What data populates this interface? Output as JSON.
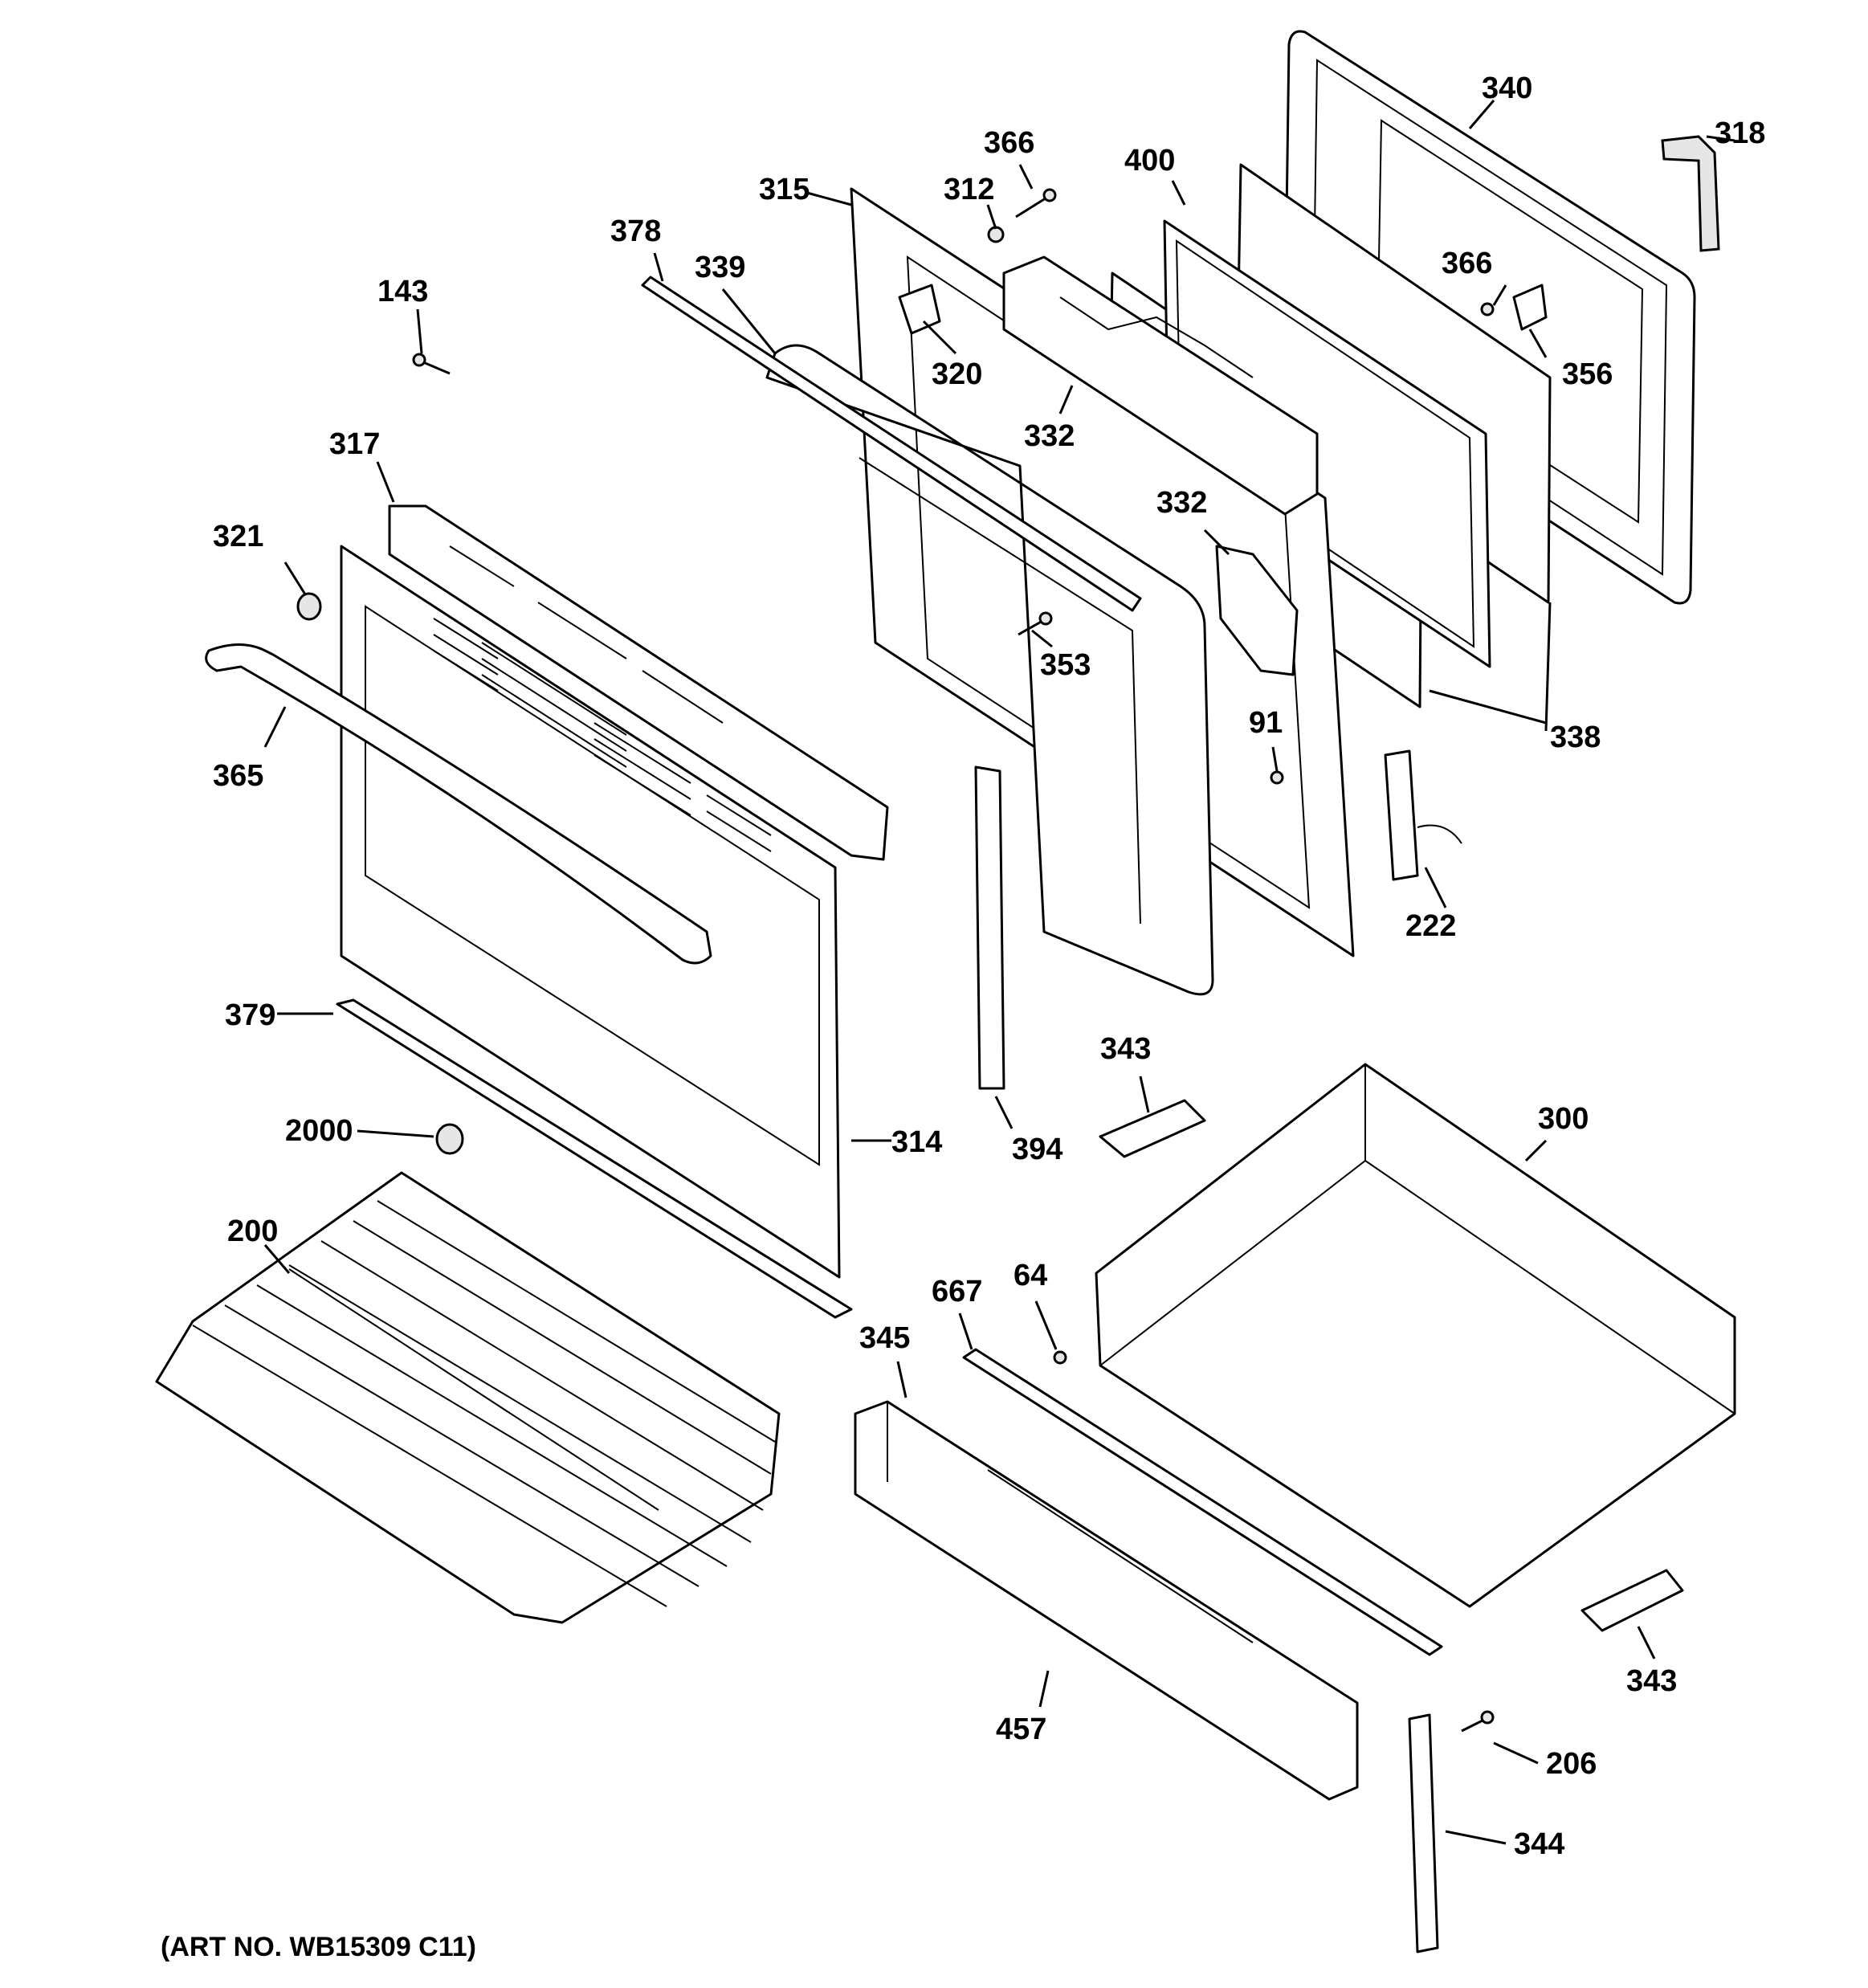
{
  "diagram": {
    "art_number": "(ART NO. WB15309 C11)",
    "callouts": [
      {
        "id": "c340",
        "text": "340"
      },
      {
        "id": "c318",
        "text": "318"
      },
      {
        "id": "c366a",
        "text": "366"
      },
      {
        "id": "c400",
        "text": "400"
      },
      {
        "id": "c315",
        "text": "315"
      },
      {
        "id": "c312",
        "text": "312"
      },
      {
        "id": "c366b",
        "text": "366"
      },
      {
        "id": "c378",
        "text": "378"
      },
      {
        "id": "c339",
        "text": "339"
      },
      {
        "id": "c356",
        "text": "356"
      },
      {
        "id": "c143",
        "text": "143"
      },
      {
        "id": "c320",
        "text": "320"
      },
      {
        "id": "c332a",
        "text": "332"
      },
      {
        "id": "c317",
        "text": "317"
      },
      {
        "id": "c332b",
        "text": "332"
      },
      {
        "id": "c321",
        "text": "321"
      },
      {
        "id": "c353",
        "text": "353"
      },
      {
        "id": "c338",
        "text": "338"
      },
      {
        "id": "c91",
        "text": "91"
      },
      {
        "id": "c365",
        "text": "365"
      },
      {
        "id": "c222",
        "text": "222"
      },
      {
        "id": "c379",
        "text": "379"
      },
      {
        "id": "c343a",
        "text": "343"
      },
      {
        "id": "c300",
        "text": "300"
      },
      {
        "id": "c2000",
        "text": "2000"
      },
      {
        "id": "c314",
        "text": "314"
      },
      {
        "id": "c394",
        "text": "394"
      },
      {
        "id": "c200",
        "text": "200"
      },
      {
        "id": "c64",
        "text": "64"
      },
      {
        "id": "c667",
        "text": "667"
      },
      {
        "id": "c345",
        "text": "345"
      },
      {
        "id": "c343b",
        "text": "343"
      },
      {
        "id": "c457",
        "text": "457"
      },
      {
        "id": "c206",
        "text": "206"
      },
      {
        "id": "c344",
        "text": "344"
      }
    ]
  }
}
